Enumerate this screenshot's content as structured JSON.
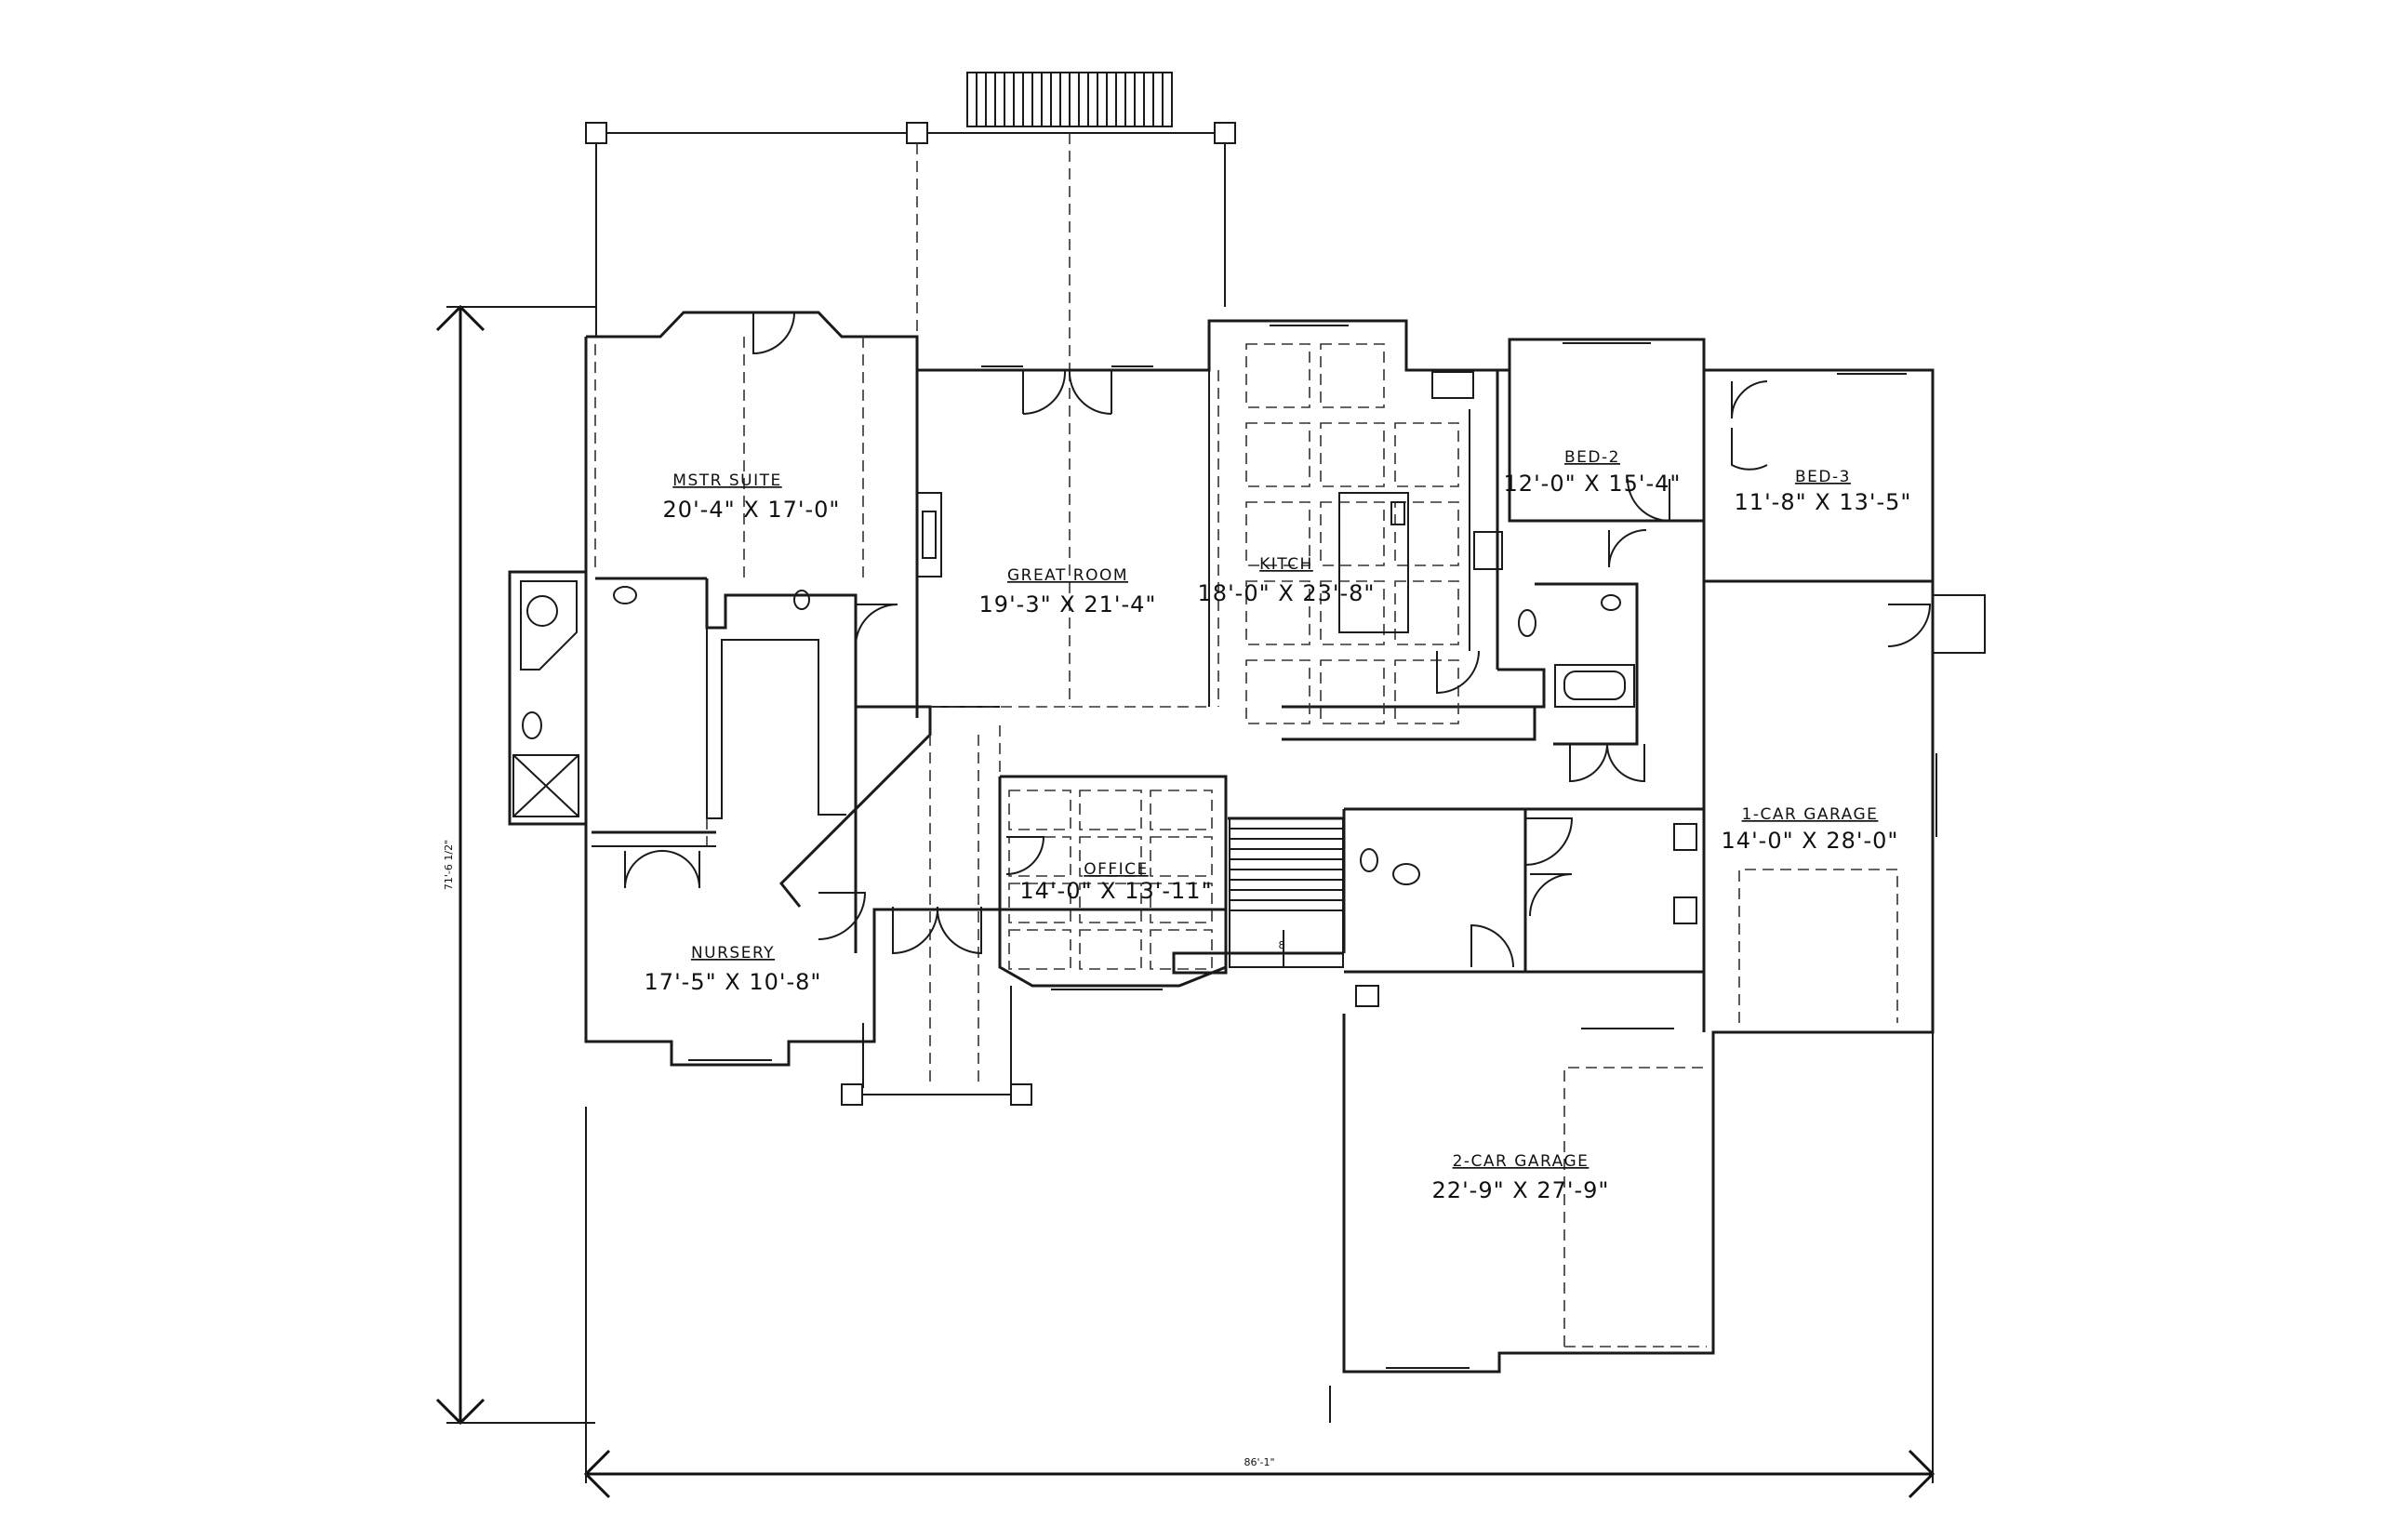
{
  "rooms": {
    "master": {
      "name": "MSTR SUITE",
      "size": "20'-4\" X 17'-0\""
    },
    "great": {
      "name": "GREAT ROOM",
      "size": "19'-3\" X 21'-4\""
    },
    "kitchen": {
      "name": "KITCH",
      "size": "18'-0\" X 23'-8\""
    },
    "bed2": {
      "name": "BED-2",
      "size": "12'-0\" X 15'-4\""
    },
    "bed3": {
      "name": "BED-3",
      "size": "11'-8\" X 13'-5\""
    },
    "garage1": {
      "name": "1-CAR GARAGE",
      "size": "14'-0\" X 28'-0\""
    },
    "office": {
      "name": "OFFICE",
      "size": "14'-0\" X 13'-11\""
    },
    "nursery": {
      "name": "NURSERY",
      "size": "17'-5\" X 10'-8\""
    },
    "garage2": {
      "name": "2-CAR GARAGE",
      "size": "22'-9\" X 27'-9\""
    }
  },
  "dimensions": {
    "overall_depth": "71'-6 1/2\"",
    "overall_width": "86'-1\""
  },
  "stair_marker": "8"
}
